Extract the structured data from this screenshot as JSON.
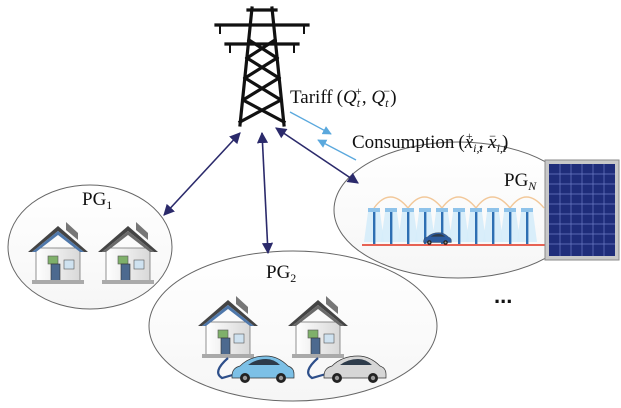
{
  "groups": {
    "pg1": {
      "base": "PG",
      "sub": "1"
    },
    "pg2": {
      "base": "PG",
      "sub": "2"
    },
    "pgn": {
      "base": "PG",
      "sub": "N"
    }
  },
  "tariff": {
    "word": "Tariff",
    "open": "(",
    "q": "Q",
    "t": "t",
    "plus": "+",
    "comma": ", ",
    "minus": "−",
    "close": ")"
  },
  "consumption": {
    "word": "Consumption",
    "open": "(",
    "x": "x",
    "it": "i,t",
    "plus": "+",
    "comma": ", ",
    "minus": "−",
    "close": ")"
  },
  "ellipsis": "...",
  "colors": {
    "link": "#2b2a6b",
    "signal": "#5aa8dd",
    "ellipse": "#666666"
  },
  "icons": [
    "transmission-tower-icon",
    "house-icon",
    "electric-car-icon",
    "solar-panel-icon",
    "streetlight-icon"
  ]
}
